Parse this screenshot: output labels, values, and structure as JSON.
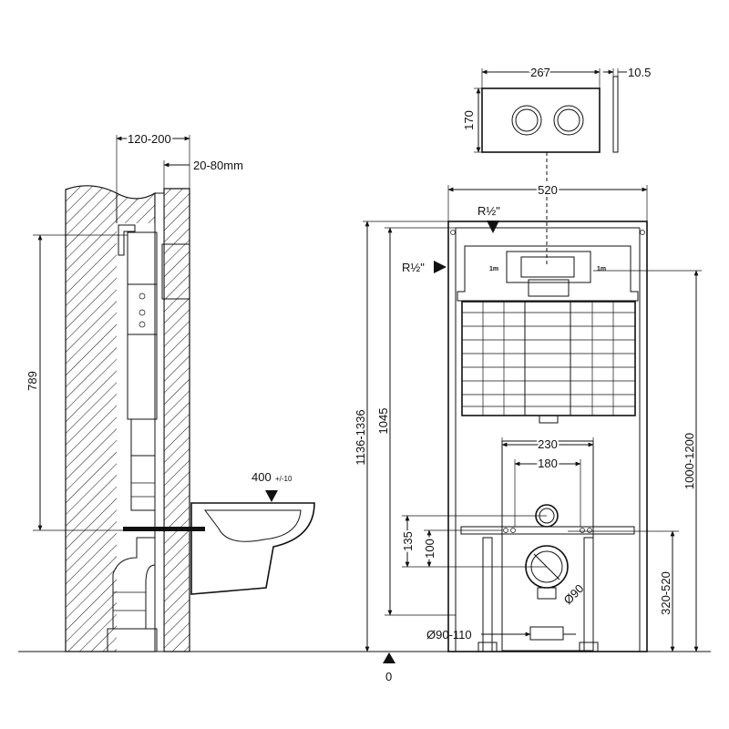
{
  "side_view": {
    "wall_depth": "120-200",
    "panel_thickness": "20-80mm",
    "frame_height": "789",
    "bowl_height": "400",
    "bowl_tolerance": "+/-10"
  },
  "flush_plate": {
    "width": "267",
    "depth": "10.5",
    "height": "170"
  },
  "front_view": {
    "frame_width": "520",
    "inlet_top": "R½\"",
    "inlet_side": "R½\"",
    "overall_height": "1136-1336",
    "frame_height": "1045",
    "bolt_spacing_outer": "230",
    "bolt_spacing_inner": "180",
    "dim_135": "135",
    "dim_100": "100",
    "bolt_height": "1000-1200",
    "outlet_height": "320-520",
    "outlet_diameter": "Ø90",
    "outlet_range": "Ø90-110",
    "floor_level": "0",
    "valve_label": "1m"
  }
}
